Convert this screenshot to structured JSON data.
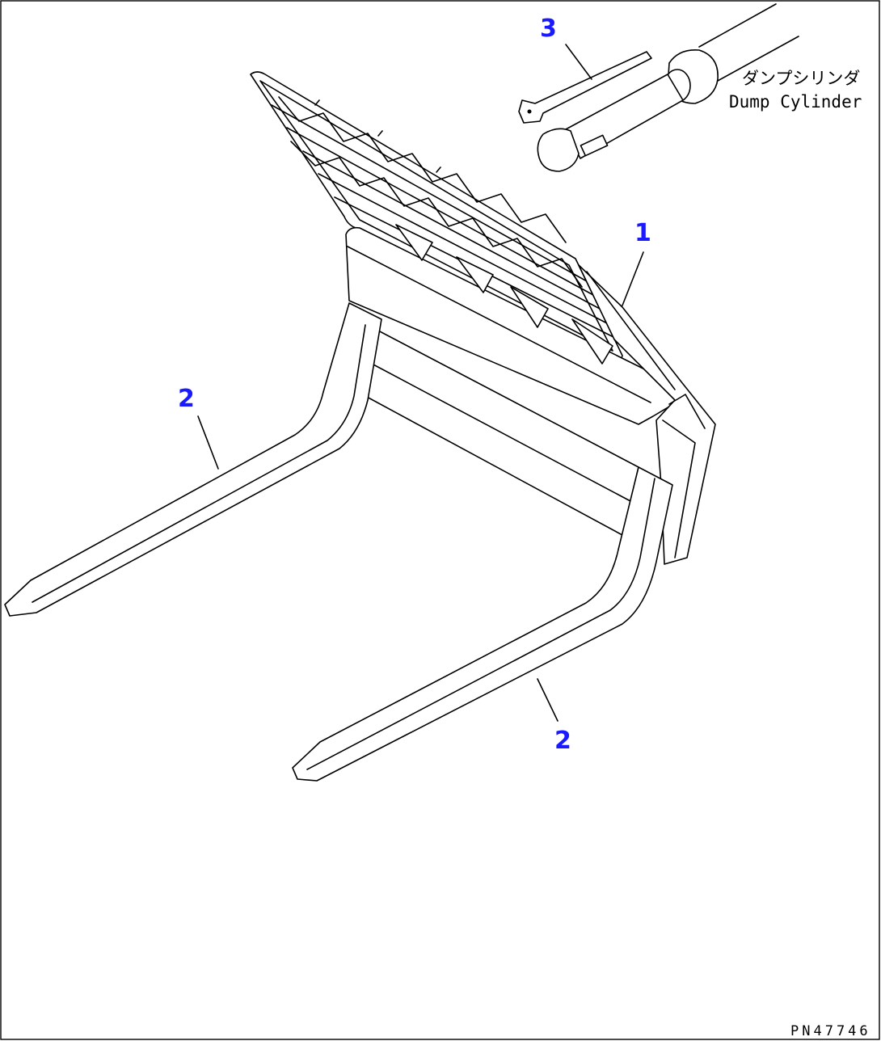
{
  "callouts": {
    "c1": "1",
    "c2a": "2",
    "c2b": "2",
    "c3": "3"
  },
  "labels": {
    "jp": "ダンプシリンダ",
    "en": "Dump Cylinder"
  },
  "drawing_number": "PN47746",
  "colors": {
    "callout": "#1a1aff",
    "line": "#000000"
  }
}
